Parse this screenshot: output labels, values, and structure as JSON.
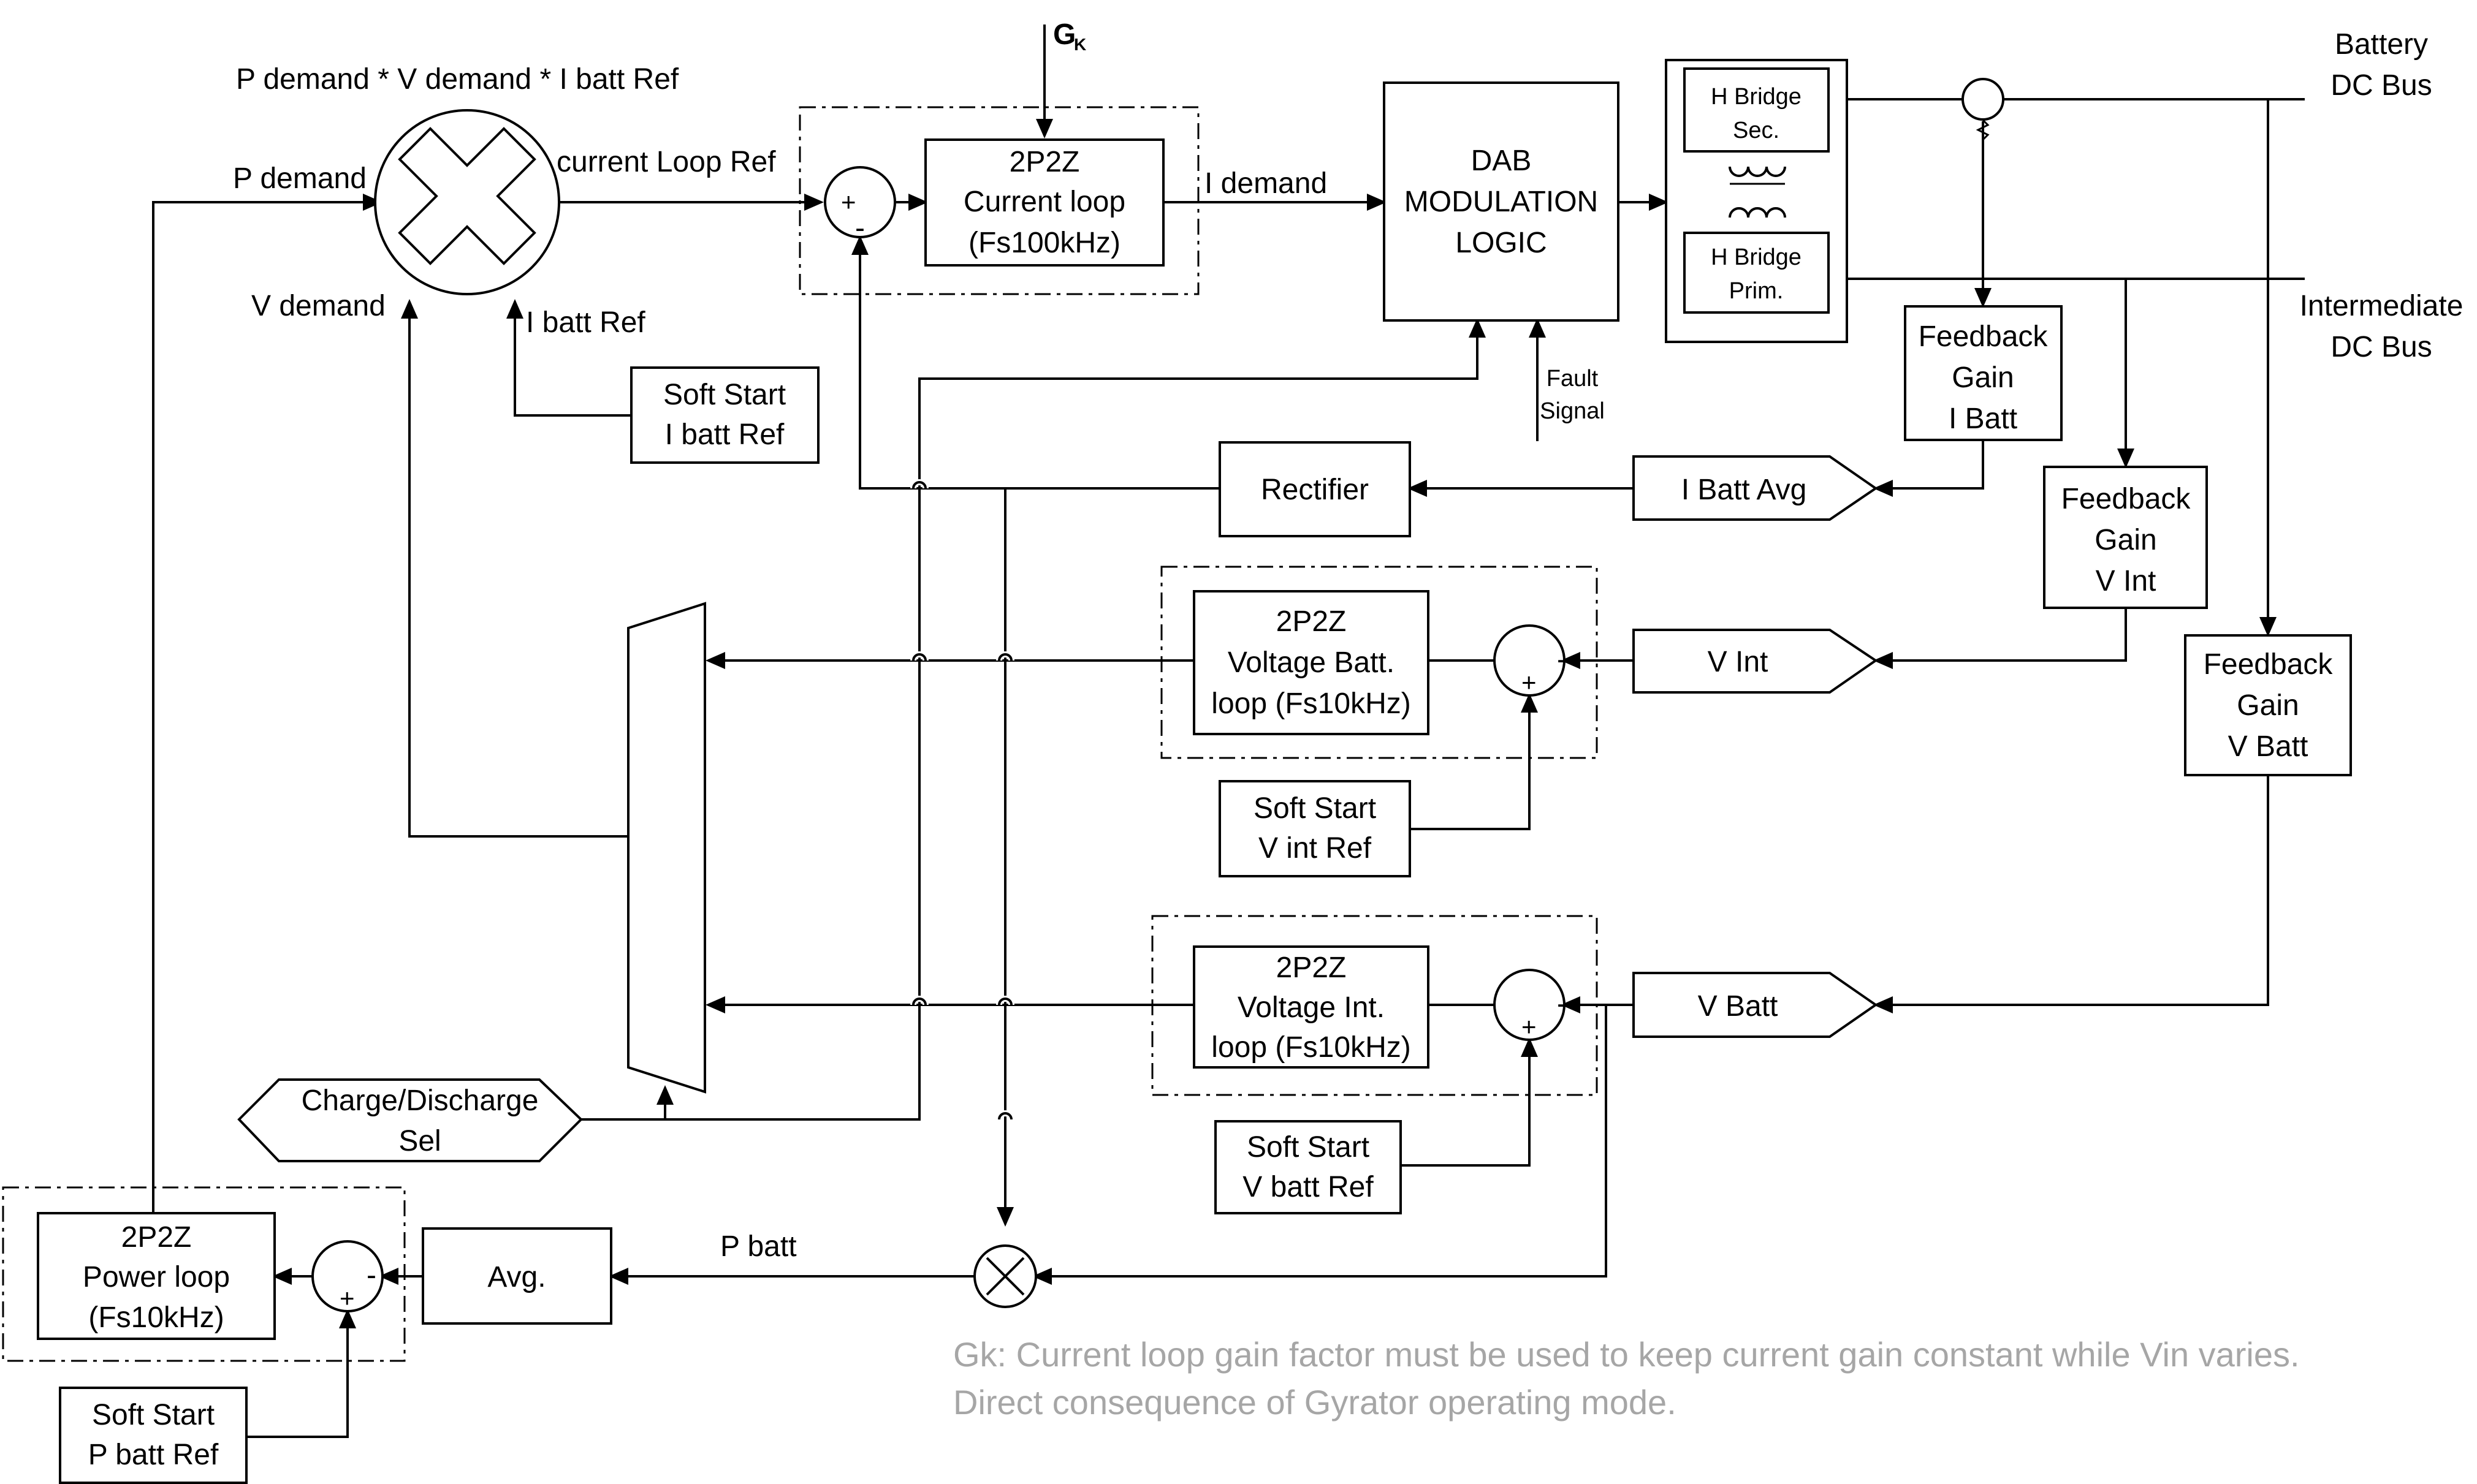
{
  "labels": {
    "gk": "G",
    "gk_sub": "K",
    "product_formula": "P demand *  V demand * I batt Ref",
    "p_demand": "P demand",
    "v_demand": "V demand",
    "i_batt_ref": "I batt Ref",
    "current_loop_ref": "current Loop Ref",
    "i_demand": "I demand",
    "p_batt": "P batt",
    "battery_dc_bus": [
      "Battery",
      "DC Bus"
    ],
    "intermediate_dc_bus": [
      "Intermediate",
      "DC Bus"
    ],
    "fault_signal": [
      "Fault",
      "Signal"
    ],
    "minus": "-",
    "plus": "+"
  },
  "blocks": {
    "current_loop": [
      "2P2Z",
      "Current loop",
      "(Fs100kHz)"
    ],
    "dab_logic": [
      "DAB",
      "MODULATION",
      "LOGIC"
    ],
    "h_bridge_sec": [
      "H Bridge",
      "Sec."
    ],
    "h_bridge_prim": [
      "H Bridge",
      "Prim."
    ],
    "fb_i_batt": [
      "Feedback",
      "Gain",
      "I Batt"
    ],
    "fb_v_int": [
      "Feedback",
      "Gain",
      "V Int"
    ],
    "fb_v_batt": [
      "Feedback",
      "Gain",
      "V Batt"
    ],
    "soft_start_i_batt": [
      "Soft Start",
      "I  batt Ref"
    ],
    "rectifier": "Rectifier",
    "i_batt_avg": "I Batt Avg",
    "voltage_batt_loop": [
      "2P2Z",
      "Voltage Batt.",
      "loop (Fs10kHz)"
    ],
    "v_int": "V Int",
    "soft_start_v_int": [
      "Soft Start",
      "V int Ref"
    ],
    "voltage_int_loop": [
      "2P2Z",
      "Voltage Int.",
      "loop (Fs10kHz)"
    ],
    "v_batt": "V Batt",
    "soft_start_v_batt": [
      "Soft Start",
      "V batt Ref"
    ],
    "charge_sel": [
      "Charge/Discharge",
      "Sel"
    ],
    "power_loop": [
      "2P2Z",
      "Power loop",
      "(Fs10kHz)"
    ],
    "avg": "Avg.",
    "soft_start_p_batt": [
      "Soft Start",
      "P batt Ref"
    ]
  },
  "note": [
    "Gk: Current loop gain factor must be used to keep current gain constant while Vin  varies.",
    "Direct consequence of Gyrator operating mode."
  ],
  "colors": {
    "line": "#000000",
    "note": "#a6a6a6",
    "background": "#ffffff"
  }
}
